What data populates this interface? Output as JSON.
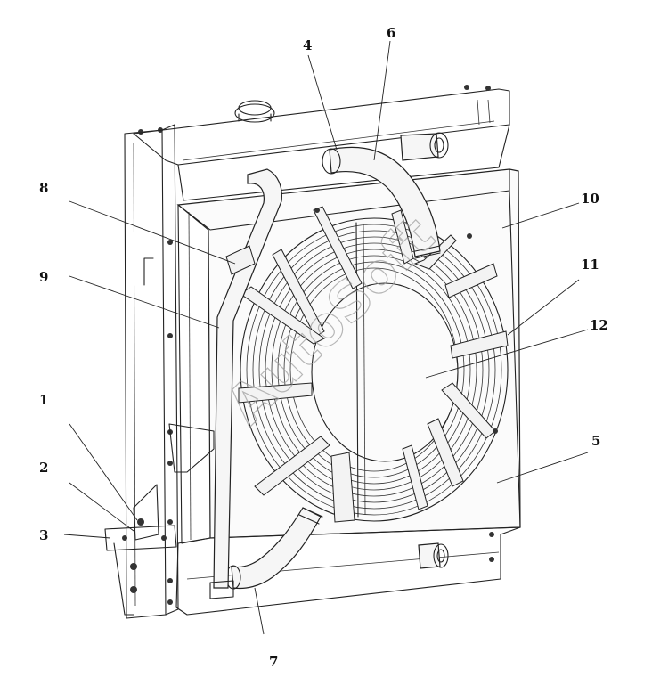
{
  "diagram": {
    "callouts": [
      {
        "id": "4",
        "text": "4"
      },
      {
        "id": "6",
        "text": "6"
      },
      {
        "id": "8",
        "text": "8"
      },
      {
        "id": "10",
        "text": "10"
      },
      {
        "id": "9",
        "text": "9"
      },
      {
        "id": "11",
        "text": "11"
      },
      {
        "id": "12",
        "text": "12"
      },
      {
        "id": "1",
        "text": "1"
      },
      {
        "id": "2",
        "text": "2"
      },
      {
        "id": "5",
        "text": "5"
      },
      {
        "id": "3",
        "text": "3"
      },
      {
        "id": "7",
        "text": "7"
      }
    ],
    "watermark": "AutoSoft"
  }
}
